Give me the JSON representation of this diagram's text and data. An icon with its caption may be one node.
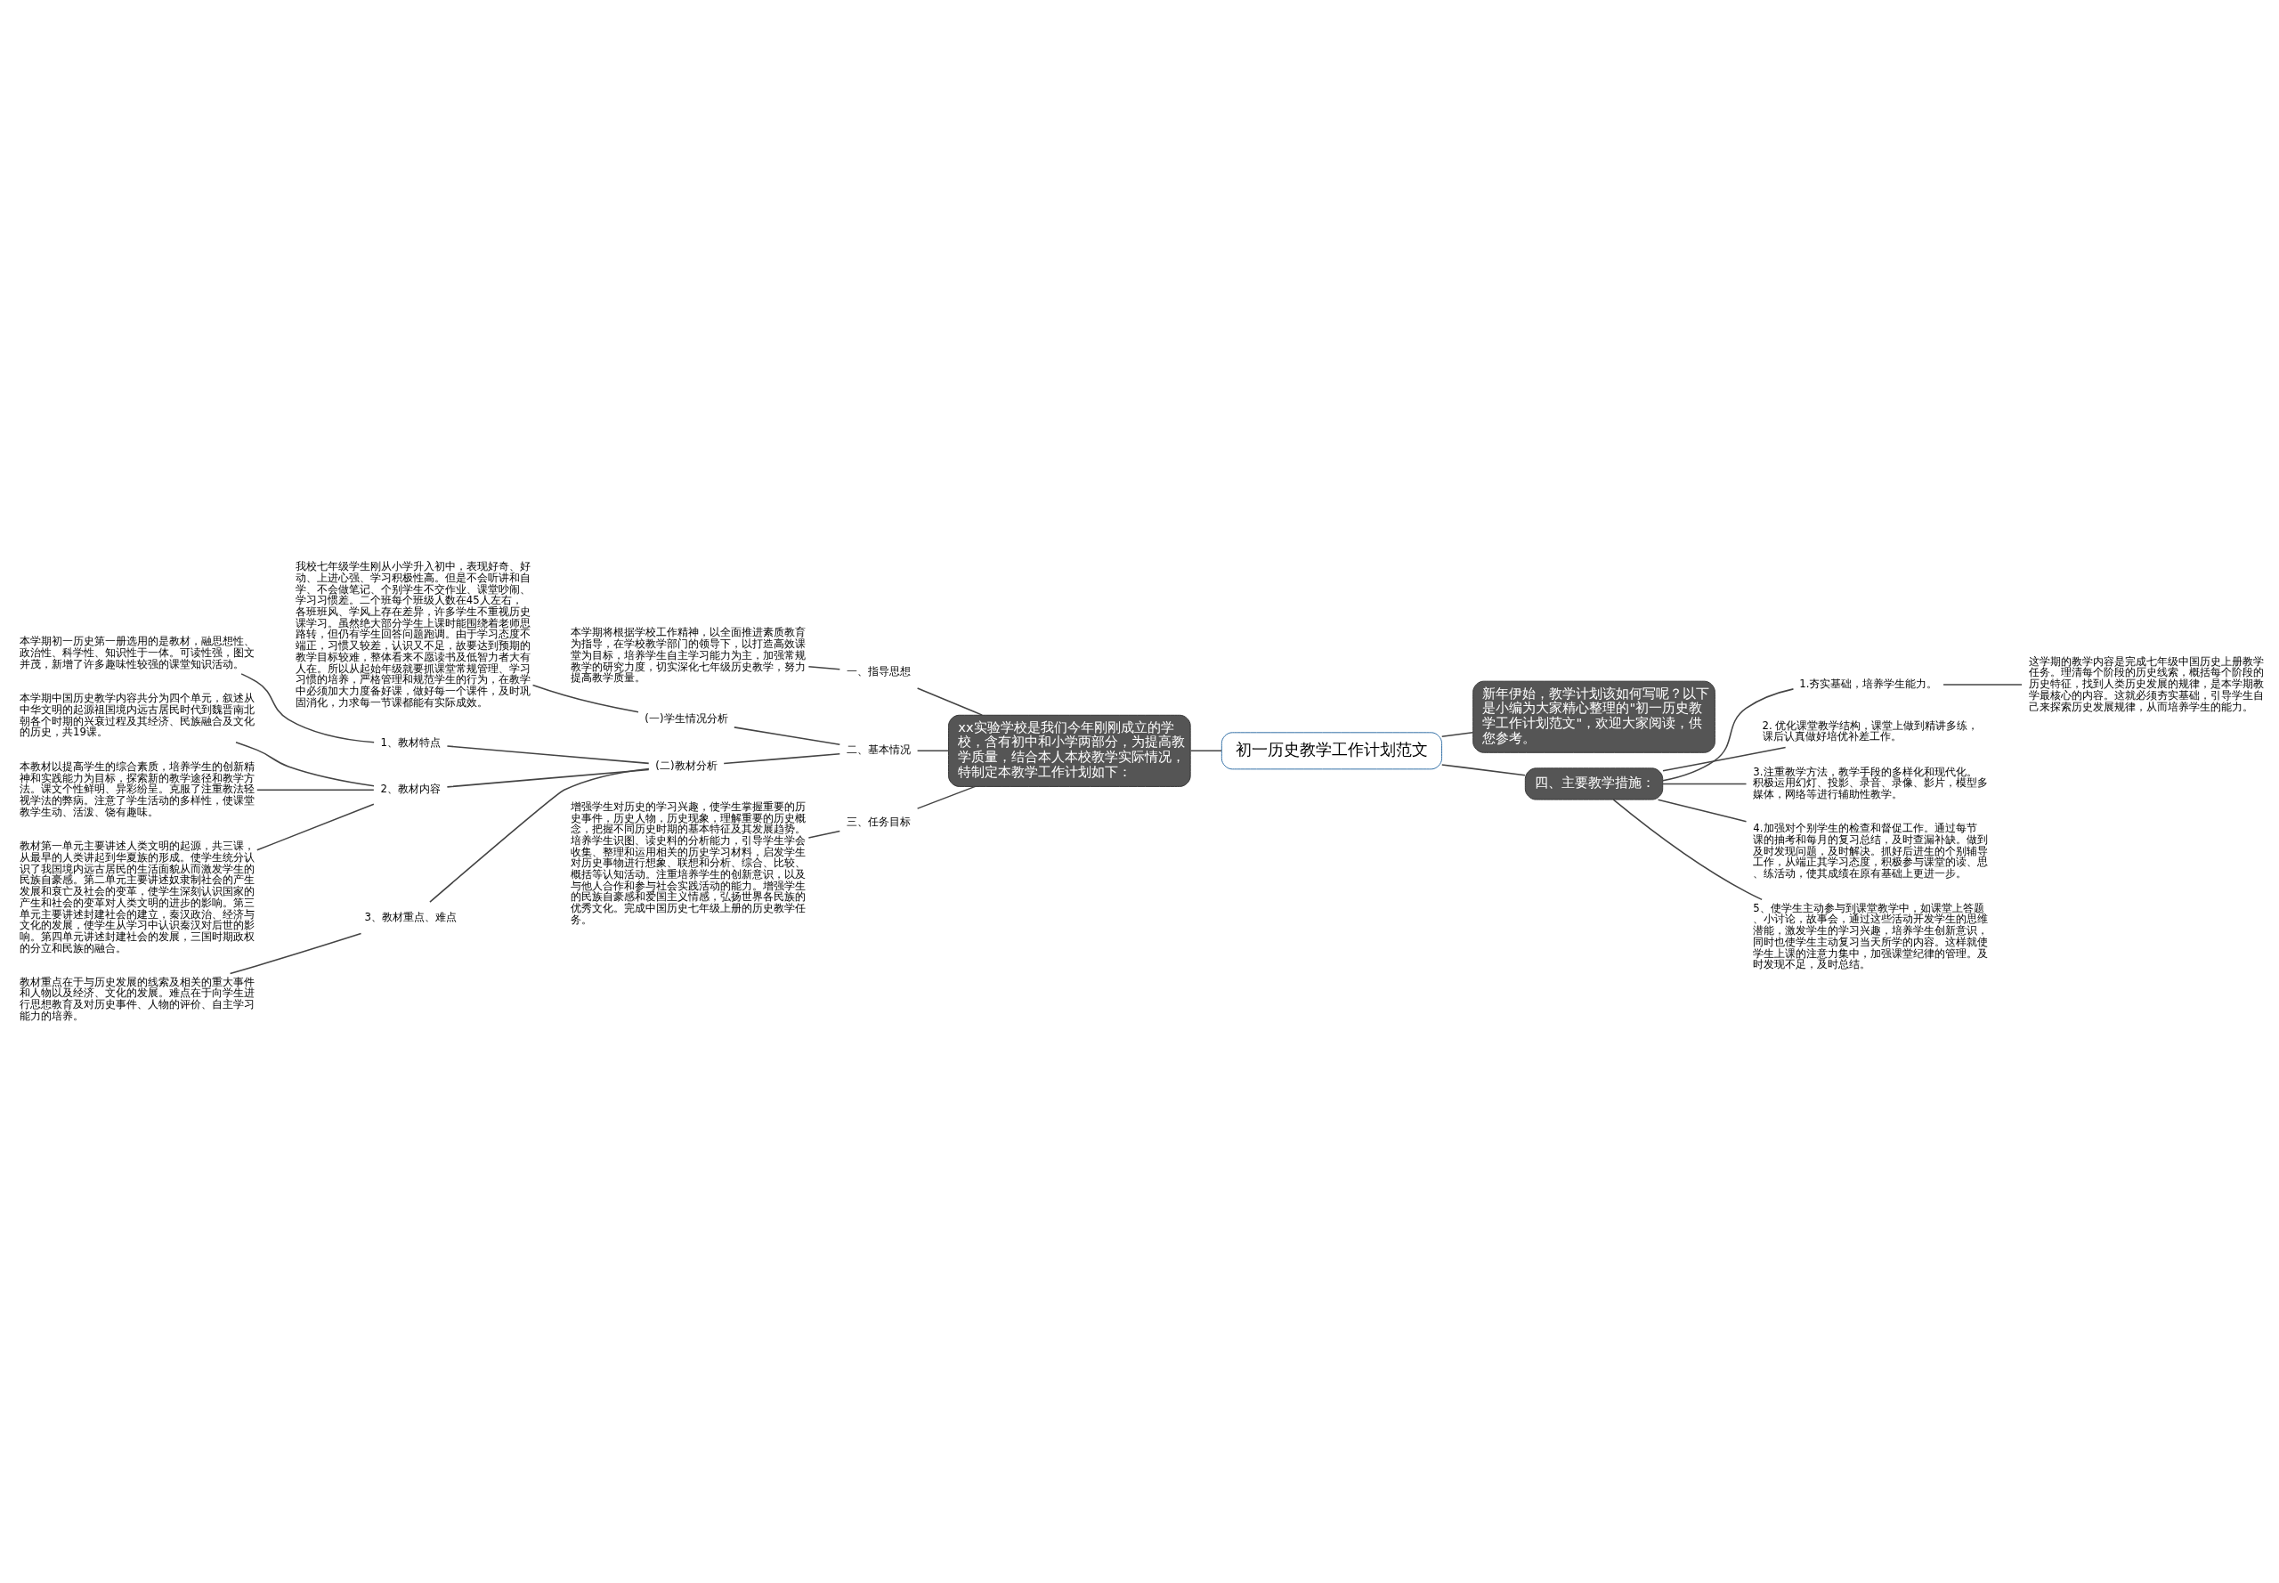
{
  "diagram": {
    "nodes": [
      {
        "text": [
          "初一历史教学工作计划范文"
        ]
      },
      {
        "text": [
          "xx实验学校是我们今年刚刚成立的学校，含有初中和小学两部分，为提高教学质量，结合本人本校教学实际情况，特制定本教学工作计划如下："
        ]
      },
      {
        "text": [
          "一、指导思想"
        ]
      },
      {
        "text": [
          "本学期将根据学校工作精神，以全面推进素质教育为指导，在学校教学部门的领导下，以打造高效课堂为目标，培养学生自主学习能力为主，加强常规教学的研究力度，切实深化七年级历史教学，努力提高教学质量。"
        ]
      },
      {
        "text": [
          "二、基本情况"
        ]
      },
      {
        "text": [
          "(一)学生情况分析"
        ]
      },
      {
        "text": [
          "我校七年级学生刚从小学升入初中，表现好奇、好动、上进心强、学习积极性高。但是不会听讲和自学、不会做笔记、个别学生不交作业、课堂吵闹、学习习惯差。二个班每个班级人数在45人左右，各班班风、学风上存在差异，许多学生不重视历史课学习。虽然绝大部分学生上课时能围绕着老师思路转，但仍有学生回答问题跑调。由于学习态度不端正，习惯又较差，认识又不足，故要达到预期的教学目标较难，整体看来不愿读书及低智力者大有人在。所以从起始年级就要抓课堂常规管理、学习习惯的培养，严格管理和规范学生的行为，在教学中必须加大力度备好课，做好每一个课件，及时巩固消化，力求每一节课都能有实际成效。"
        ]
      },
      {
        "text": [
          "(二)教材分析"
        ]
      },
      {
        "text": [
          "1、教材特点"
        ]
      },
      {
        "text": [
          "本学期初一历史第一册选用的是教材，融思想性、政治性、科学性、知识性于一体。可读性强，图文并茂，新增了许多趣味性较强的课堂知识活动。"
        ]
      },
      {
        "text": [
          "2、教材内容"
        ]
      },
      {
        "text": [
          "本学期中国历史教学内容共分为四个单元，叙述从中华文明的起源祖国境内远古居民时代到魏晋南北朝各个时期的兴衰过程及其经济、民族融合及文化的历史，共19课。"
        ]
      },
      {
        "text": [
          "本教材以提高学生的综合素质，培养学生的创新精神和实践能力为目标，探索新的教学途径和教学方法。课文个性鲜明、异彩纷呈。克服了注重教法轻视学法的弊病。注意了学生活动的多样性，使课堂教学生动、活泼、饶有趣味。"
        ]
      },
      {
        "text": [
          "教材第一单元主要讲述人类文明的起源，共三课，从最早的人类讲起到华夏族的形成。使学生统分认识了我国境内远古居民的生活面貌从而激发学生的民族自豪感。第二单元主要讲述奴隶制社会的产生发展和衰亡及社会的变革，使学生深刻认识国家的产生和社会的变革对人类文明的进步的影响。第三单元主要讲述封建社会的建立，秦汉政治、经济与文化的发展，使学生从学习中认识秦汉对后世的影响。第四单元讲述封建社会的发展，三国时期政权的分立和民族的融合。"
        ]
      },
      {
        "text": [
          "3、教材重点、难点"
        ]
      },
      {
        "text": [
          "教材重点在于与历史发展的线索及相关的重大事件和人物以及经济、文化的发展。难点在于向学生进行思想教育及对历史事件、人物的评价、自主学习能力的培养。"
        ]
      },
      {
        "text": [
          "三、任务目标"
        ]
      },
      {
        "text": [
          "增强学生对历史的学习兴趣，使学生掌握重要的历史事件，历史人物，历史现象，理解重要的历史概念，把握不同历史时期的基本特征及其发展趋势。培养学生识图、读史料的分析能力，引导学生学会收集、整理和运用相关的历史学习材料，启发学生对历史事物进行想象、联想和分析、综合、比较、概括等认知活动。注重培养学生的创新意识，以及与他人合作和参与社会实践活动的能力。增强学生的民族自豪感和爱国主义情感，弘扬世界各民族的优秀文化。完成中国历史七年级上册的历史教学任务。"
        ]
      },
      {
        "text": [
          "新年伊始，教学计划该如何写呢？以下是小编为大家精心整理的\"初一历史教学工作计划范文\"，欢迎大家阅读，供您参考。"
        ]
      },
      {
        "text": [
          "四、主要教学措施："
        ]
      },
      {
        "text": [
          "1.夯实基础，培养学生能力。"
        ]
      },
      {
        "text": [
          "这学期的教学内容是完成七年级中国历史上册教学任务。理清每个阶段的历史线索，概括每个阶段的历史特征，找到人类历史发展的规律，是本学期教学最核心的内容。这就必须夯实基础，引导学生自己来探索历史发展规律，从而培养学生的能力。"
        ]
      },
      {
        "text": [
          "2. 优化课堂教学结构，课堂上做到精讲多练，课后认真做好培优补差工作。"
        ]
      },
      {
        "text": [
          "3.注重教学方法，教学手段的多样化和现代化。积极运用幻灯、投影、录音、录像、影片，模型多媒体，网络等进行辅助性教学。"
        ]
      },
      {
        "text": [
          "4.加强对个别学生的检查和督促工作。通过每节课的抽考和每月的复习总结，及时查漏补缺。做到及时发现问题，及时解决。抓好后进生的个别辅导工作，从端正其学习态度，积极参与课堂的读、思、练活动，使其成绩在原有基础上更进一步。"
        ]
      },
      {
        "text": [
          "5、使学生主动参与到课堂教学中，如课堂上答题、小讨论，故事会，通过这些活动开发学生的思维潜能，激发学生的学习兴趣，培养学生创新意识，同时也使学生主动复习当天所学的内容。这样就使学生上课的注意力集中，加强课堂纪律的管理。及时发现不足，及时总结。"
        ]
      }
    ],
    "edges": [
      {
        "from": 0,
        "to": 1,
        "arrow": "none"
      },
      {
        "from": 1,
        "to": 2,
        "arrow": "none"
      },
      {
        "from": 2,
        "to": 3,
        "arrow": "none"
      },
      {
        "from": 1,
        "to": 4,
        "arrow": "none"
      },
      {
        "from": 4,
        "to": 5,
        "arrow": "none"
      },
      {
        "from": 5,
        "to": 6,
        "arrow": "none"
      },
      {
        "from": 4,
        "to": 7,
        "arrow": "none"
      },
      {
        "from": 7,
        "to": 8,
        "arrow": "none"
      },
      {
        "from": 8,
        "to": 9,
        "arrow": "none"
      },
      {
        "from": 7,
        "to": 10,
        "arrow": "none"
      },
      {
        "from": 10,
        "to": 11,
        "arrow": "none"
      },
      {
        "from": 10,
        "to": 12,
        "arrow": "none"
      },
      {
        "from": 10,
        "to": 13,
        "arrow": "none"
      },
      {
        "from": 7,
        "to": 14,
        "arrow": "none"
      },
      {
        "from": 14,
        "to": 15,
        "arrow": "none"
      },
      {
        "from": 1,
        "to": 16,
        "arrow": "none"
      },
      {
        "from": 16,
        "to": 17,
        "arrow": "none"
      },
      {
        "from": 0,
        "to": 18,
        "arrow": "none"
      },
      {
        "from": 0,
        "to": 19,
        "arrow": "none"
      },
      {
        "from": 19,
        "to": 20,
        "arrow": "none"
      },
      {
        "from": 20,
        "to": 21,
        "arrow": "none"
      },
      {
        "from": 19,
        "to": 22,
        "arrow": "none"
      },
      {
        "from": 19,
        "to": 23,
        "arrow": "none"
      },
      {
        "from": 19,
        "to": 24,
        "arrow": "none"
      },
      {
        "from": 19,
        "to": 25,
        "arrow": "none"
      }
    ]
  }
}
